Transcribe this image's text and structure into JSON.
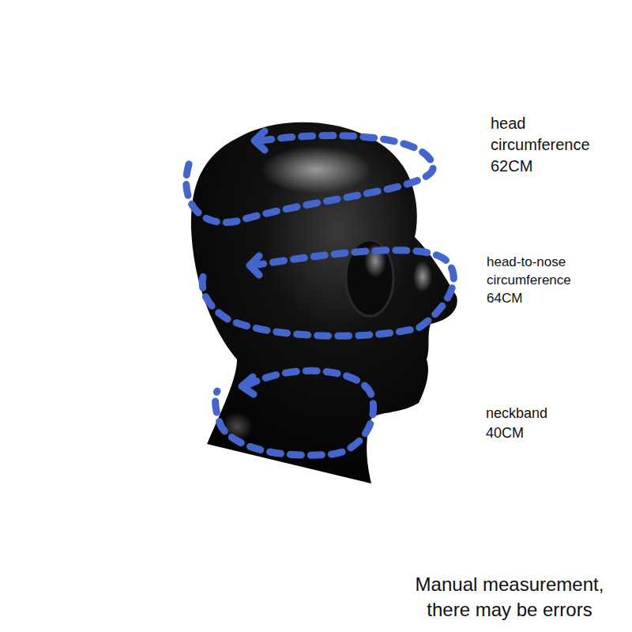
{
  "diagram": {
    "labels": [
      "head circumference",
      "62CM",
      "head-to-nose circumference",
      "64CM",
      "neckband",
      "40CM",
      "Manual measurement, there may be errors"
    ]
  }
}
